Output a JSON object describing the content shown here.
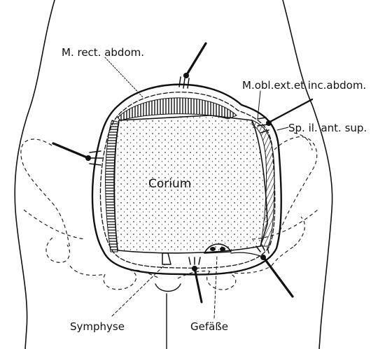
{
  "labels": {
    "rectus": "M. rect. abdom.",
    "obliquus": "M.obl.ext.et inc.abdom.",
    "spina": "Sp. il. ant. sup.",
    "corium": "Corium",
    "symphyse": "Symphyse",
    "gefaesse": "Gefäße"
  },
  "colors": {
    "ink": "#111111",
    "background": "#ffffff"
  },
  "icons": {
    "retractor": "retractor-icon"
  }
}
